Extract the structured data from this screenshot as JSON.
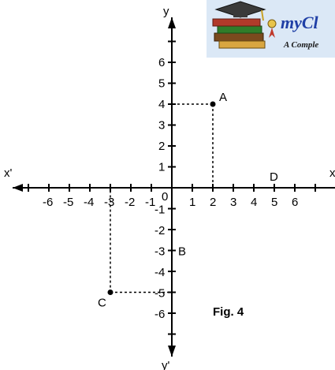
{
  "logo": {
    "brand_text": "myCl",
    "tagline": "A Comple",
    "icon": "books-graduation-cap-icon"
  },
  "axes": {
    "x_label": "x",
    "x_neg_label": "x'",
    "y_label": "y",
    "y_neg_label": "y'",
    "origin_label": "0",
    "x_ticks": [
      "-6",
      "-5",
      "-4",
      "-3",
      "-2",
      "-1",
      "1",
      "2",
      "3",
      "4",
      "5",
      "6"
    ],
    "y_ticks_pos": [
      "6",
      "5",
      "4",
      "3",
      "2",
      "1"
    ],
    "y_ticks_neg": [
      "-1",
      "-2",
      "-3",
      "-4",
      "-5",
      "-6"
    ]
  },
  "points": [
    {
      "name": "A",
      "x": 2,
      "y": 4,
      "dot": true
    },
    {
      "name": "B",
      "x": 0,
      "y": -3,
      "dot": false
    },
    {
      "name": "C",
      "x": -3,
      "y": -5,
      "dot": true
    },
    {
      "name": "D",
      "x": 5,
      "y": 0,
      "dot": false
    }
  ],
  "caption": "Fig. 4",
  "colors": {
    "axis": "#000000",
    "logo_bg": "#dbe8f6",
    "brand": "#1f3fa6"
  }
}
